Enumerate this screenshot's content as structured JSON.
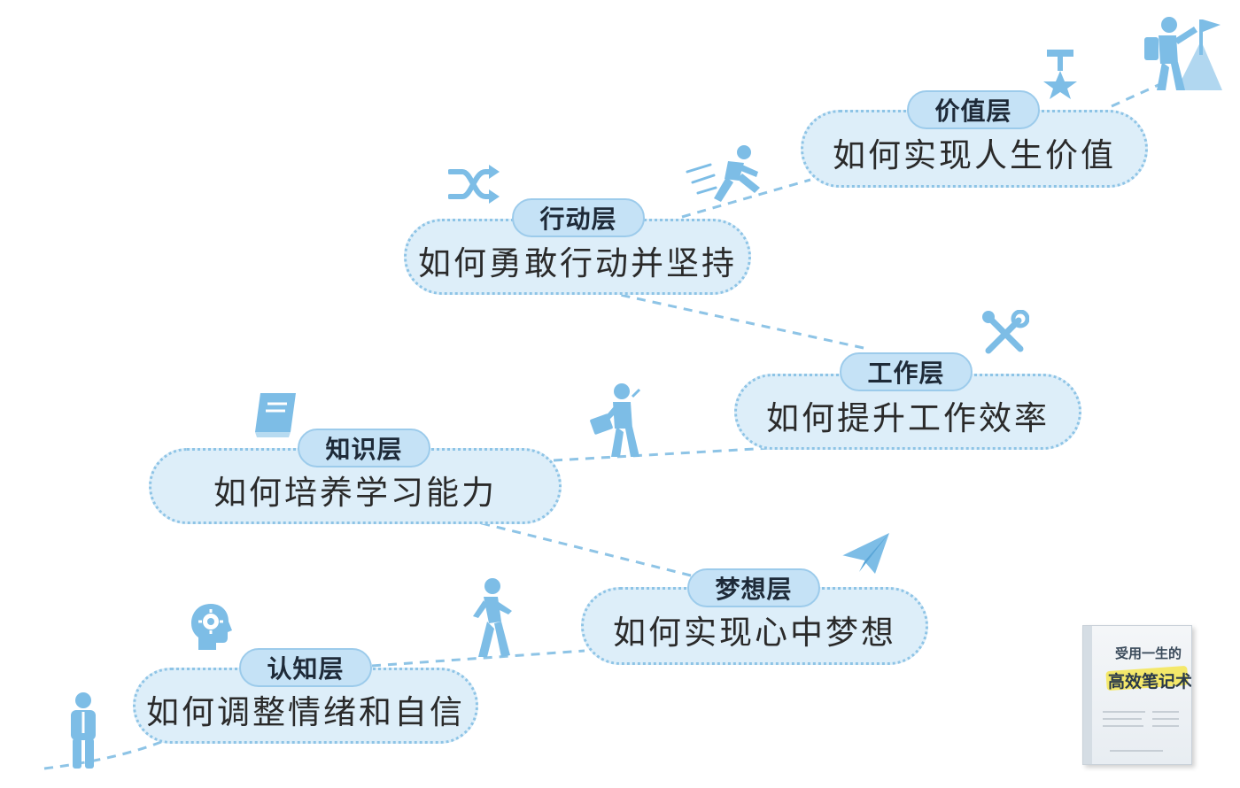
{
  "diagram": {
    "colors": {
      "accent": "#8ec4e6",
      "cloud_fill": "#ddeef9",
      "tag_fill": "#c5e2f6",
      "icon": "#7dbde6",
      "text": "#2a2a2a"
    },
    "levels": [
      {
        "tag": "认知层",
        "question": "如何调整情绪和自信",
        "icon": "gear-head-icon"
      },
      {
        "tag": "梦想层",
        "question": "如何实现心中梦想",
        "icon": "paper-plane-icon"
      },
      {
        "tag": "知识层",
        "question": "如何培养学习能力",
        "icon": "book-icon"
      },
      {
        "tag": "工作层",
        "question": "如何提升工作效率",
        "icon": "tools-icon"
      },
      {
        "tag": "行动层",
        "question": "如何勇敢行动并坚持",
        "icon": "shuffle-icon"
      },
      {
        "tag": "价值层",
        "question": "如何实现人生价值",
        "icon": "medal-icon"
      }
    ],
    "figures": [
      "standing-person-icon",
      "walking-person-icon",
      "briefcase-person-icon",
      "running-person-icon",
      "summit-flag-icon"
    ],
    "book_cover": {
      "title_line1": "受用一生的",
      "title_line2": "高效笔记术"
    }
  }
}
